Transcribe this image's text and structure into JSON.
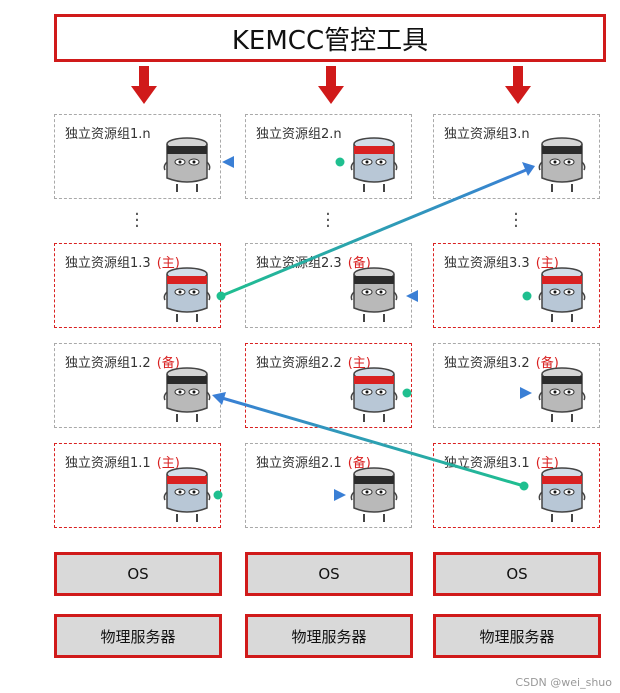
{
  "title": "KEMCC管控工具",
  "groups": {
    "g1n": {
      "label": "独立资源组1.n",
      "role": ""
    },
    "g2n": {
      "label": "独立资源组2.n",
      "role": ""
    },
    "g3n": {
      "label": "独立资源组3.n",
      "role": ""
    },
    "g13": {
      "label": "独立资源组1.3",
      "role": "(主)"
    },
    "g23": {
      "label": "独立资源组2.3",
      "role": "(备)"
    },
    "g33": {
      "label": "独立资源组3.3",
      "role": "(主)"
    },
    "g12": {
      "label": "独立资源组1.2",
      "role": "(备)"
    },
    "g22": {
      "label": "独立资源组2.2",
      "role": "(主)"
    },
    "g32": {
      "label": "独立资源组3.2",
      "role": "(备)"
    },
    "g11": {
      "label": "独立资源组1.1",
      "role": "(主)"
    },
    "g21": {
      "label": "独立资源组2.1",
      "role": "(备)"
    },
    "g31": {
      "label": "独立资源组3.1",
      "role": "(主)"
    }
  },
  "os_label": "OS",
  "server_label": "物理服务器",
  "watermark": "CSDN @wei_shuo",
  "colors": {
    "primary_border": "#d92121",
    "standby_border": "#a9a9a9",
    "arrow_red": "#d01a1a",
    "link_start": "#1fbf8f",
    "link_end": "#3a7fd5"
  }
}
